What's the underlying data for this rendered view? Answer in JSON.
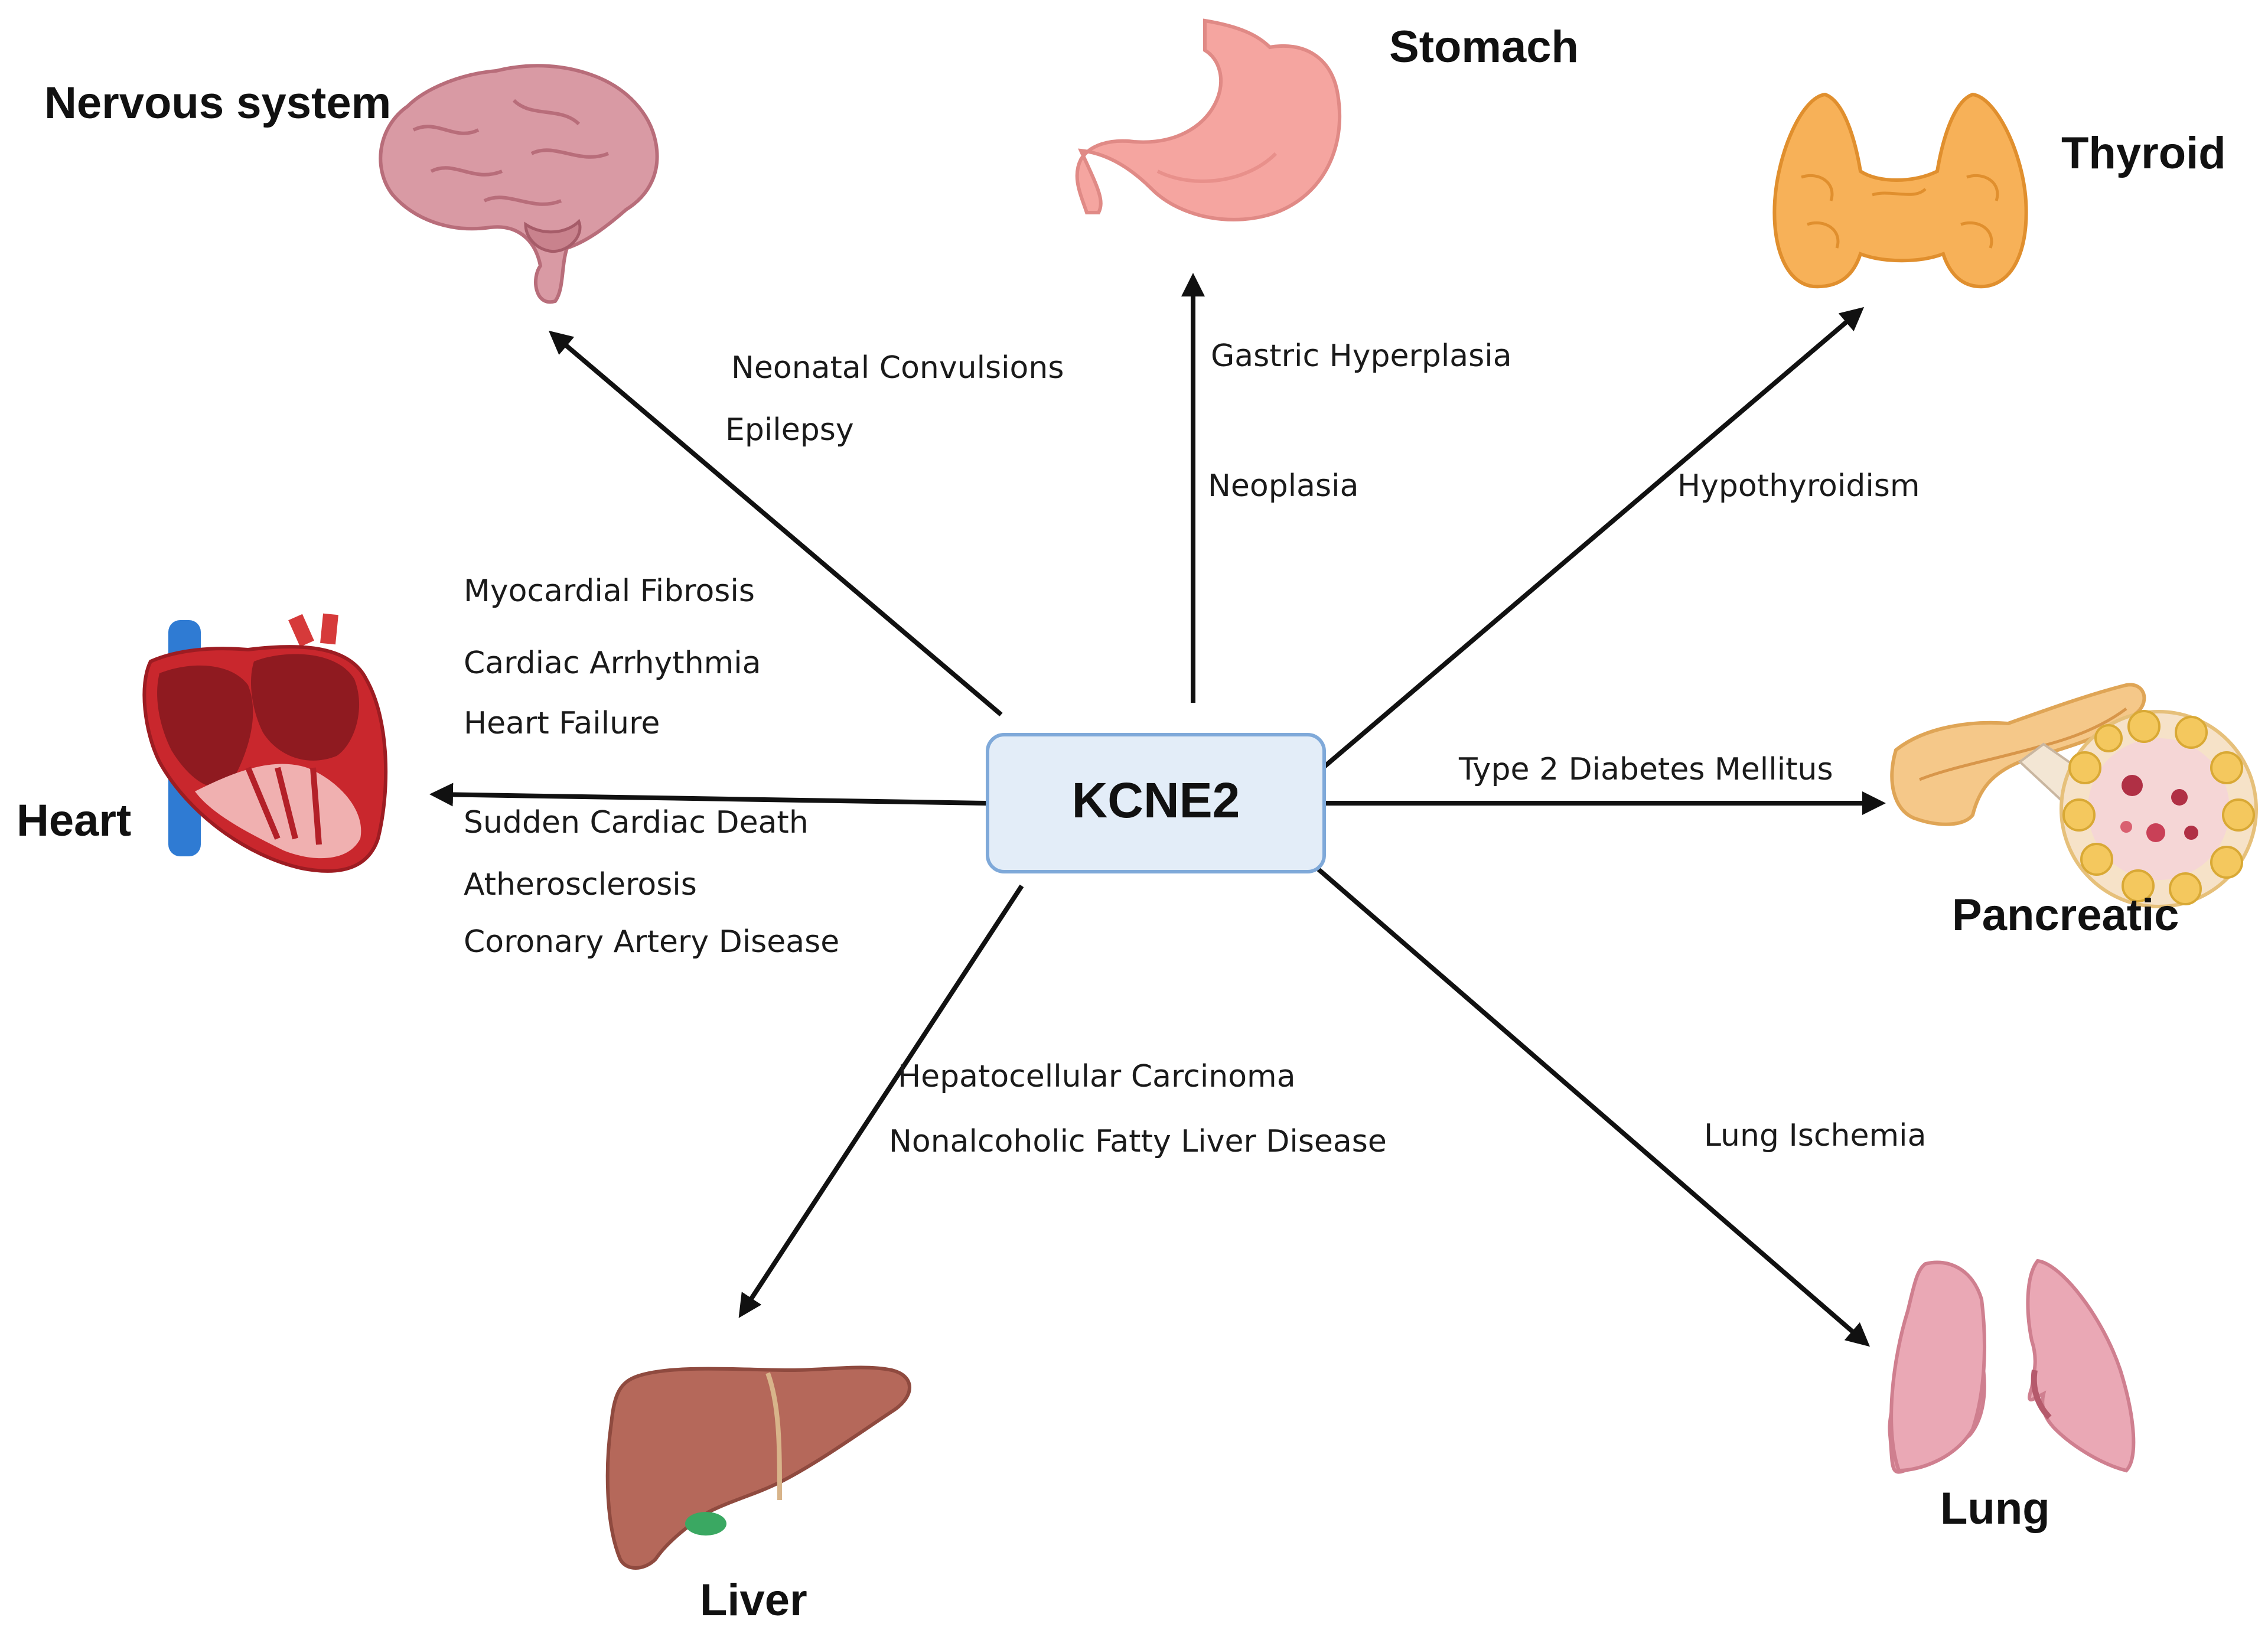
{
  "center": {
    "label": "KCNE2"
  },
  "colors": {
    "center_fill": "#e3edf8",
    "center_stroke": "#7fa9d9",
    "arrow": "#111111"
  },
  "organs": [
    {
      "key": "nervous",
      "label": "Nervous system",
      "icon": "brain-icon",
      "diseases": [
        "Neonatal Convulsions",
        "Epilepsy"
      ]
    },
    {
      "key": "stomach",
      "label": "Stomach",
      "icon": "stomach-icon",
      "diseases": [
        "Gastric Hyperplasia",
        "Neoplasia"
      ]
    },
    {
      "key": "thyroid",
      "label": "Thyroid",
      "icon": "thyroid-icon",
      "diseases": [
        "Hypothyroidism"
      ]
    },
    {
      "key": "pancreas",
      "label": "Pancreatic",
      "icon": "pancreas-icon",
      "diseases": [
        "Type 2 Diabetes Mellitus"
      ]
    },
    {
      "key": "lung",
      "label": "Lung",
      "icon": "lung-icon",
      "diseases": [
        "Lung Ischemia"
      ]
    },
    {
      "key": "liver",
      "label": "Liver",
      "icon": "liver-icon",
      "diseases": [
        "Hepatocellular Carcinoma",
        "Nonalcoholic Fatty Liver Disease"
      ]
    },
    {
      "key": "heart",
      "label": "Heart",
      "icon": "heart-icon",
      "diseases": [
        "Myocardial Fibrosis",
        "Cardiac Arrhythmia",
        "Heart Failure",
        "Sudden Cardiac Death",
        "Atherosclerosis",
        "Coronary Artery Disease"
      ]
    }
  ]
}
